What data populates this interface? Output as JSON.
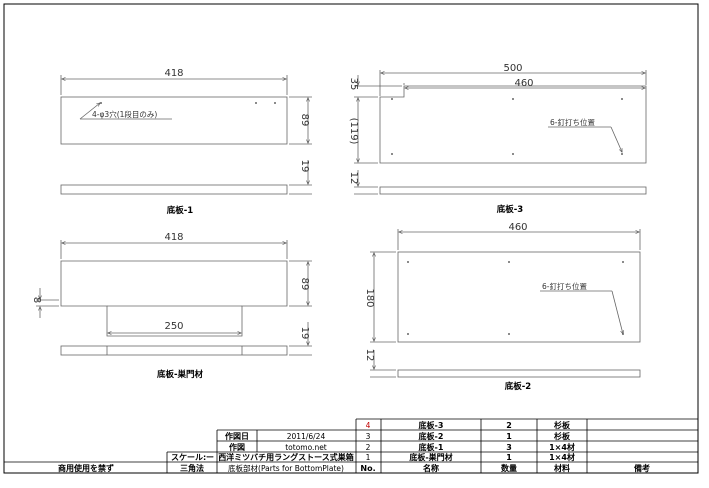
{
  "views": {
    "v1": {
      "title": "底板-1",
      "width": "418",
      "height": "89",
      "thickness": "19",
      "hole_note": "4-φ3穴(1段目のみ)"
    },
    "v3": {
      "title": "底板-3",
      "width_total": "500",
      "width_inner": "460",
      "notch": "35",
      "height": "(119)",
      "thickness": "12",
      "hole_note": "6-釘打ち位置"
    },
    "vnest": {
      "title": "底板-巣門材",
      "width": "418",
      "height": "89",
      "step": "8",
      "tab_width": "250",
      "thickness": "19"
    },
    "v2": {
      "title": "底板-2",
      "width": "460",
      "height": "180",
      "thickness": "12",
      "hole_note": "6-釘打ち位置"
    }
  },
  "title_block": {
    "left_note": "商用使用を禁ず",
    "date_label": "作図日",
    "date_value": "2011/6/24",
    "author_label": "作図",
    "author_value": "totomo.net",
    "scale_label": "スケール:",
    "scale_value": "ー",
    "projection": "三角法",
    "project_title": "西洋ミツバチ用ラングストース式巣箱",
    "drawing_title": "底板部材(Parts for BottomPlate)",
    "headers": {
      "no": "No.",
      "name": "名称",
      "qty": "数量",
      "material": "材料",
      "remarks": "備考"
    },
    "parts": [
      {
        "no": "4",
        "name": "底板-3",
        "qty": "2",
        "material": "杉板"
      },
      {
        "no": "3",
        "name": "底板-2",
        "qty": "1",
        "material": "杉板"
      },
      {
        "no": "2",
        "name": "底板-1",
        "qty": "3",
        "material": "1×4材"
      },
      {
        "no": "1",
        "name": "底板-巣門材",
        "qty": "1",
        "material": "1×4材"
      }
    ]
  }
}
